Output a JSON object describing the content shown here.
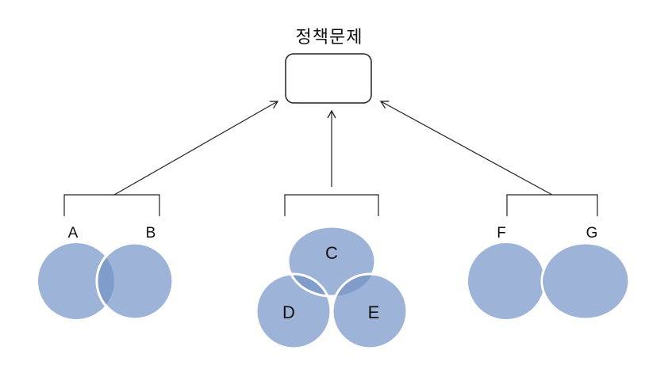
{
  "diagram": {
    "title": "정책문제",
    "colors": {
      "circle_fill": "#9db3d8",
      "circle_overlap": "#7f9ccb",
      "circle_overlap_center": "#6d8cc2",
      "line": "#222222",
      "box_stroke": "#222222"
    },
    "groups": [
      {
        "id": "left",
        "labels": [
          "A",
          "B"
        ]
      },
      {
        "id": "middle",
        "labels": [
          "C",
          "D",
          "E"
        ]
      },
      {
        "id": "right",
        "labels": [
          "F",
          "G"
        ]
      }
    ]
  }
}
